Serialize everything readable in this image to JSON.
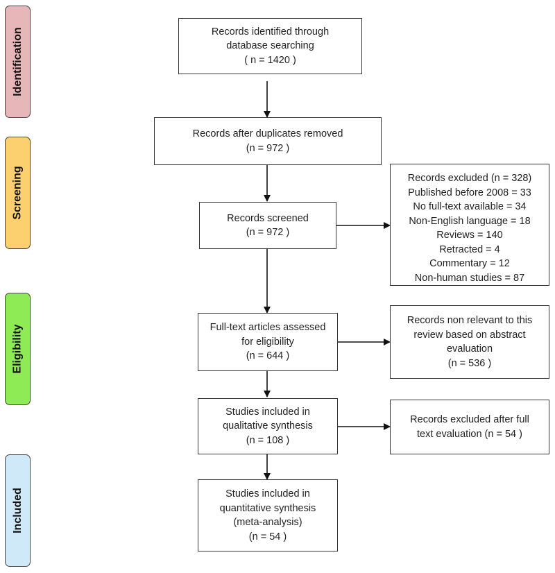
{
  "phases": {
    "identification": {
      "label": "Identification",
      "color": "#e6b6b8"
    },
    "screening": {
      "label": "Screening",
      "color": "#fdd06f"
    },
    "eligibility": {
      "label": "Eligibility",
      "color": "#8eea55"
    },
    "included": {
      "label": "Included",
      "color": "#cfe9f8"
    }
  },
  "boxes": {
    "identified": {
      "lines": [
        "Records identified through",
        "database searching",
        "( n = 1420 )"
      ]
    },
    "after_duplicates": {
      "lines": [
        "Records after duplicates removed",
        "(n = 972 )"
      ]
    },
    "screened": {
      "lines": [
        "Records screened",
        "(n = 972 )"
      ]
    },
    "excluded": {
      "lines": [
        "Records excluded (n = 328)",
        "Published before 2008 = 33",
        "No full-text available = 34",
        "Non-English language = 18",
        "Reviews = 140",
        "Retracted = 4",
        "Commentary = 12",
        "Non-human studies = 87"
      ]
    },
    "fulltext_assessed": {
      "lines": [
        "Full-text articles assessed",
        "for eligibility",
        "(n = 644  )"
      ]
    },
    "non_relevant": {
      "lines": [
        "Records non relevant to this",
        "review based on abstract",
        "evaluation",
        "(n = 536 )"
      ]
    },
    "qualitative": {
      "lines": [
        "Studies included in",
        "qualitative synthesis",
        "(n =  108 )"
      ]
    },
    "excluded_fulltext": {
      "lines": [
        "Records excluded after full",
        "text evaluation (n =  54 )"
      ]
    },
    "quantitative": {
      "lines": [
        "Studies included in",
        "quantitative synthesis",
        "(meta-analysis)",
        "(n =  54 )"
      ]
    }
  }
}
